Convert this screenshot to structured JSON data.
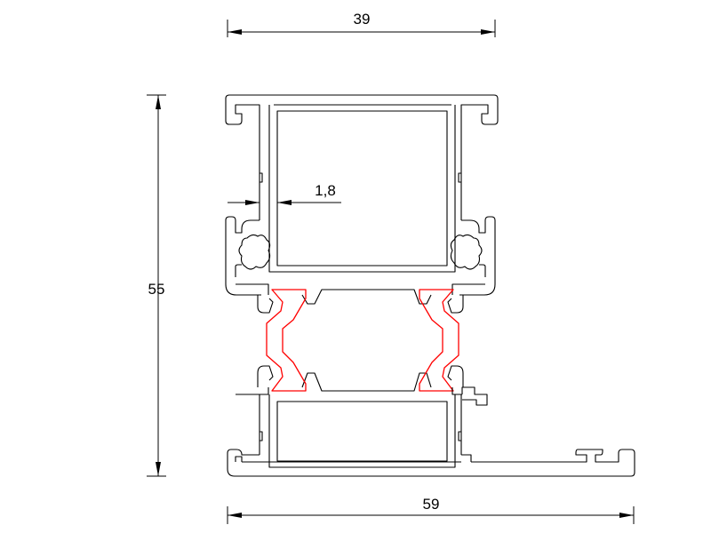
{
  "drawing": {
    "dimensions": {
      "top_width": "39",
      "bottom_width": "59",
      "left_height": "55",
      "wall_thickness": "1,8"
    },
    "colors": {
      "profile_stroke": "#000000",
      "thermal_break_stroke": "#ff0000",
      "background": "#ffffff"
    }
  }
}
